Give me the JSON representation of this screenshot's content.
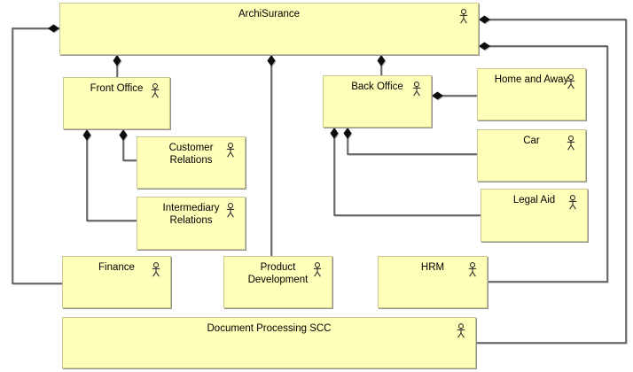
{
  "actors": {
    "archisurance": {
      "label": "ArchiSurance"
    },
    "front_office": {
      "label": "Front Office"
    },
    "back_office": {
      "label": "Back Office"
    },
    "home_and_away": {
      "label": "Home and Away"
    },
    "car": {
      "label": "Car"
    },
    "legal_aid": {
      "label": "Legal Aid"
    },
    "customer_relations": {
      "label": "Customer\nRelations"
    },
    "intermediary_relations": {
      "label": "Intermediary\nRelations"
    },
    "finance": {
      "label": "Finance"
    },
    "product_development": {
      "label": "Product\nDevelopment"
    },
    "hrm": {
      "label": "HRM"
    },
    "document_processing": {
      "label": "Document Processing SCC"
    }
  },
  "relations": [
    {
      "type": "composition",
      "from": "ArchiSurance",
      "to": "Front Office"
    },
    {
      "type": "composition",
      "from": "ArchiSurance",
      "to": "Back Office"
    },
    {
      "type": "composition",
      "from": "ArchiSurance",
      "to": "Product Development"
    },
    {
      "type": "composition",
      "from": "ArchiSurance",
      "to": "Finance"
    },
    {
      "type": "composition",
      "from": "ArchiSurance",
      "to": "HRM"
    },
    {
      "type": "composition",
      "from": "ArchiSurance",
      "to": "Document Processing SCC"
    },
    {
      "type": "composition",
      "from": "Front Office",
      "to": "Customer Relations"
    },
    {
      "type": "composition",
      "from": "Front Office",
      "to": "Intermediary Relations"
    },
    {
      "type": "composition",
      "from": "Back Office",
      "to": "Home and Away"
    },
    {
      "type": "composition",
      "from": "Back Office",
      "to": "Car"
    },
    {
      "type": "composition",
      "from": "Back Office",
      "to": "Legal Aid"
    }
  ],
  "theme": {
    "box_fill": "#FFFFB9",
    "box_border": "#C8C890",
    "box_shadow": "#909090",
    "line_color": "#4d4d4d",
    "diamond_color": "#0d0d0d",
    "icon_color": "#2e2e2e"
  }
}
